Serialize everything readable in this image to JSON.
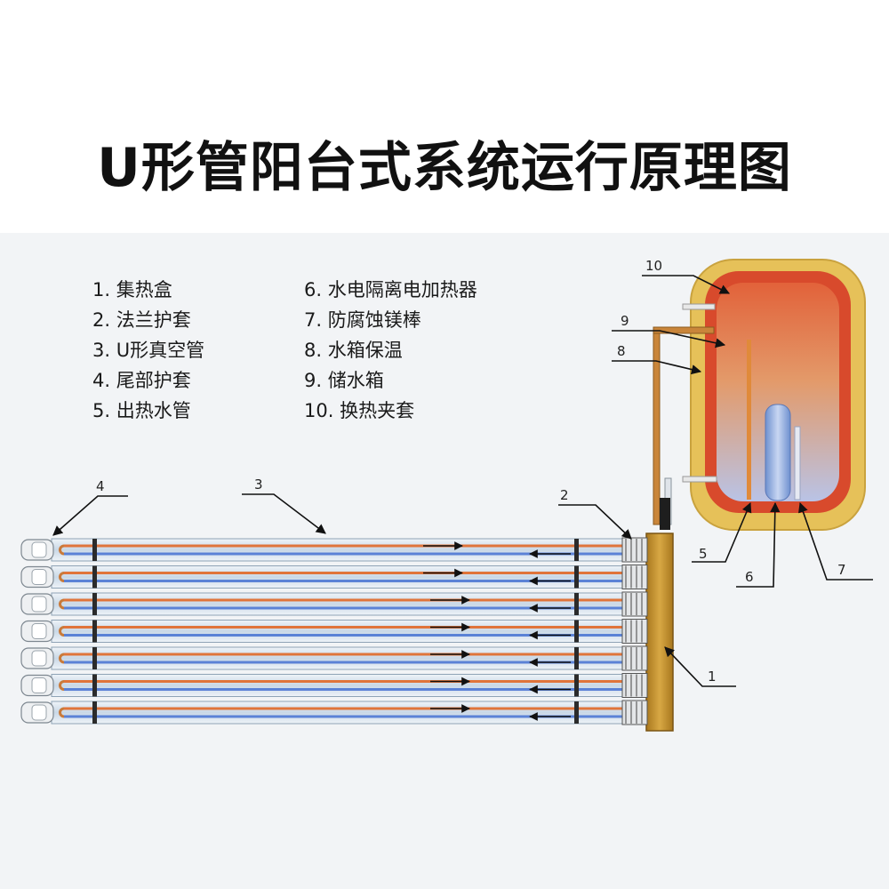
{
  "title": "U形管阳台式系统运行原理图",
  "legend": {
    "left": [
      "1. 集热盒",
      "2. 法兰护套",
      "3. U形真空管",
      "4. 尾部护套",
      "5. 出热水管"
    ],
    "right": [
      "6. 水电隔离电加热器",
      "7. 防腐蚀镁棒",
      "8. 水箱保温",
      "9. 储水箱",
      "10. 换热夹套"
    ]
  },
  "callouts": [
    "1",
    "2",
    "3",
    "4",
    "5",
    "6",
    "7",
    "8",
    "9",
    "10"
  ],
  "colors": {
    "insulation": "#e6c159",
    "jacket": "#d84a2c",
    "header": "#c4922f",
    "tube_glass": "#dbe6f0",
    "hot_line": "#e0743a",
    "cold_line": "#5b82d6"
  }
}
